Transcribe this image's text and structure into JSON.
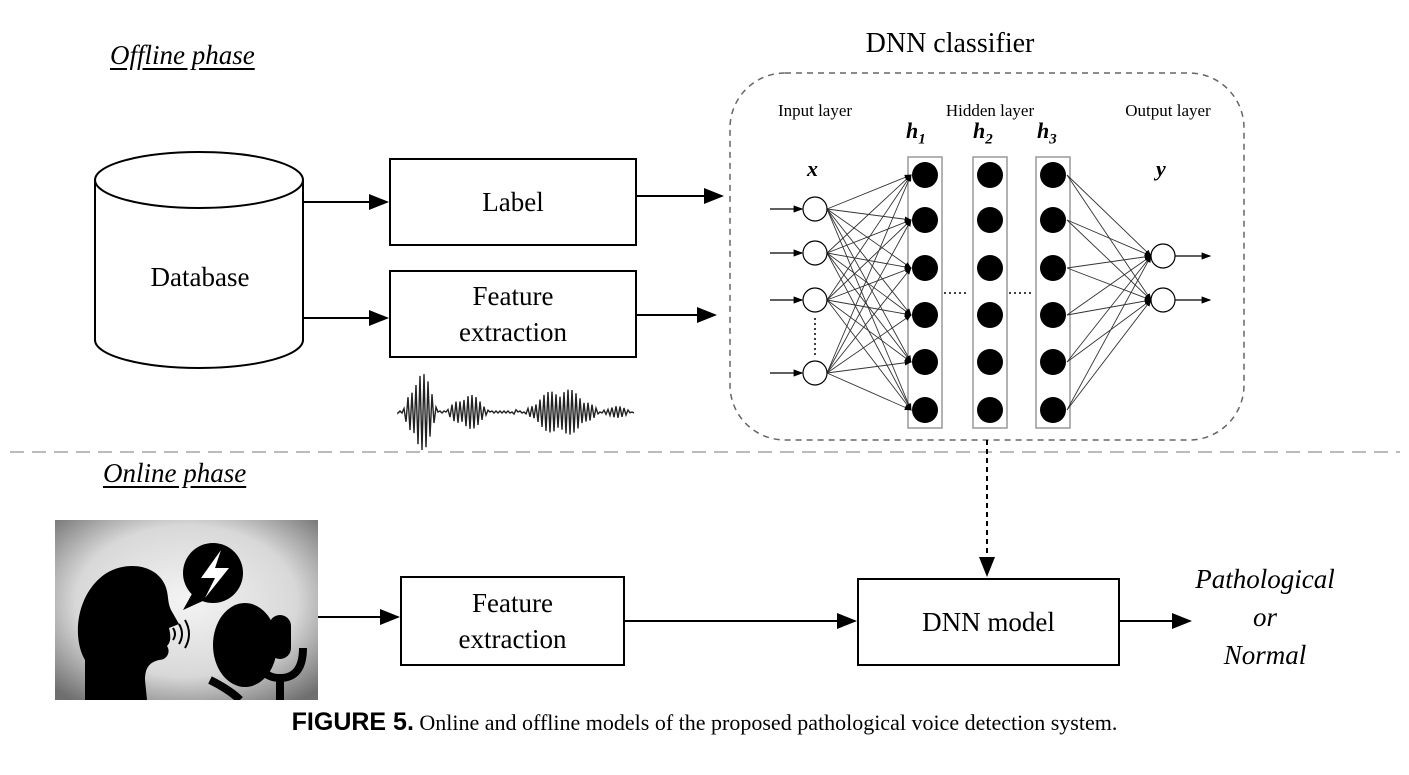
{
  "offline_phase": {
    "title": "Offline phase"
  },
  "online_phase": {
    "title": "Online phase"
  },
  "database": {
    "label": "Database"
  },
  "label_box": {
    "label": "Label"
  },
  "feature_box_offline": {
    "label": "Feature\nextraction"
  },
  "dnn_classifier": {
    "title": "DNN classifier",
    "input_layer": "Input layer",
    "hidden_layer": "Hidden layer",
    "output_layer": "Output layer",
    "x_label": "x",
    "y_label": "y",
    "h1_base": "h",
    "h1_sub": "1",
    "h2_base": "h",
    "h2_sub": "2",
    "h3_base": "h",
    "h3_sub": "3"
  },
  "feature_box_online": {
    "label": "Feature\nextraction"
  },
  "dnn_model": {
    "label": "DNN model"
  },
  "result": {
    "text": "Pathological\nor\nNormal"
  },
  "caption": {
    "figure": "FIGURE 5.",
    "text": "Online and offline models of the proposed pathological voice detection system."
  },
  "icons": [
    "speaker-head-icon",
    "lightning-speech-bubble-icon",
    "microphone-icon",
    "speech-waves-icon",
    "waveform-icon"
  ]
}
